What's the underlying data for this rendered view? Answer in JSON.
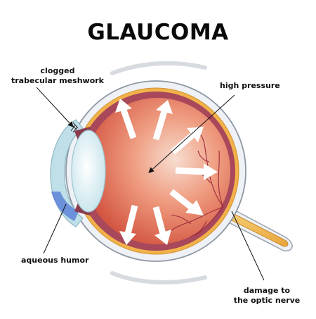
{
  "title": "GLAUCOMA",
  "labels": {
    "trabecular": [
      "clogged",
      "trabecular meshwork"
    ],
    "pressure": "high pressure",
    "aqueous": "aqueous humor",
    "optic": [
      "damage to",
      "the optic nerve"
    ]
  },
  "colors": {
    "vitreous": "#e06a4e",
    "vitreous_light": "#f6c6b4",
    "sclera": "#eef1f5",
    "choroid": "#a8485a",
    "retina": "#f2b24a",
    "lens": "#cfe8ef",
    "cornea": "#bfe0e8",
    "aqueous": "#5d82d8",
    "nerve": "#f0b848",
    "vessel": "#9c2d3c"
  }
}
